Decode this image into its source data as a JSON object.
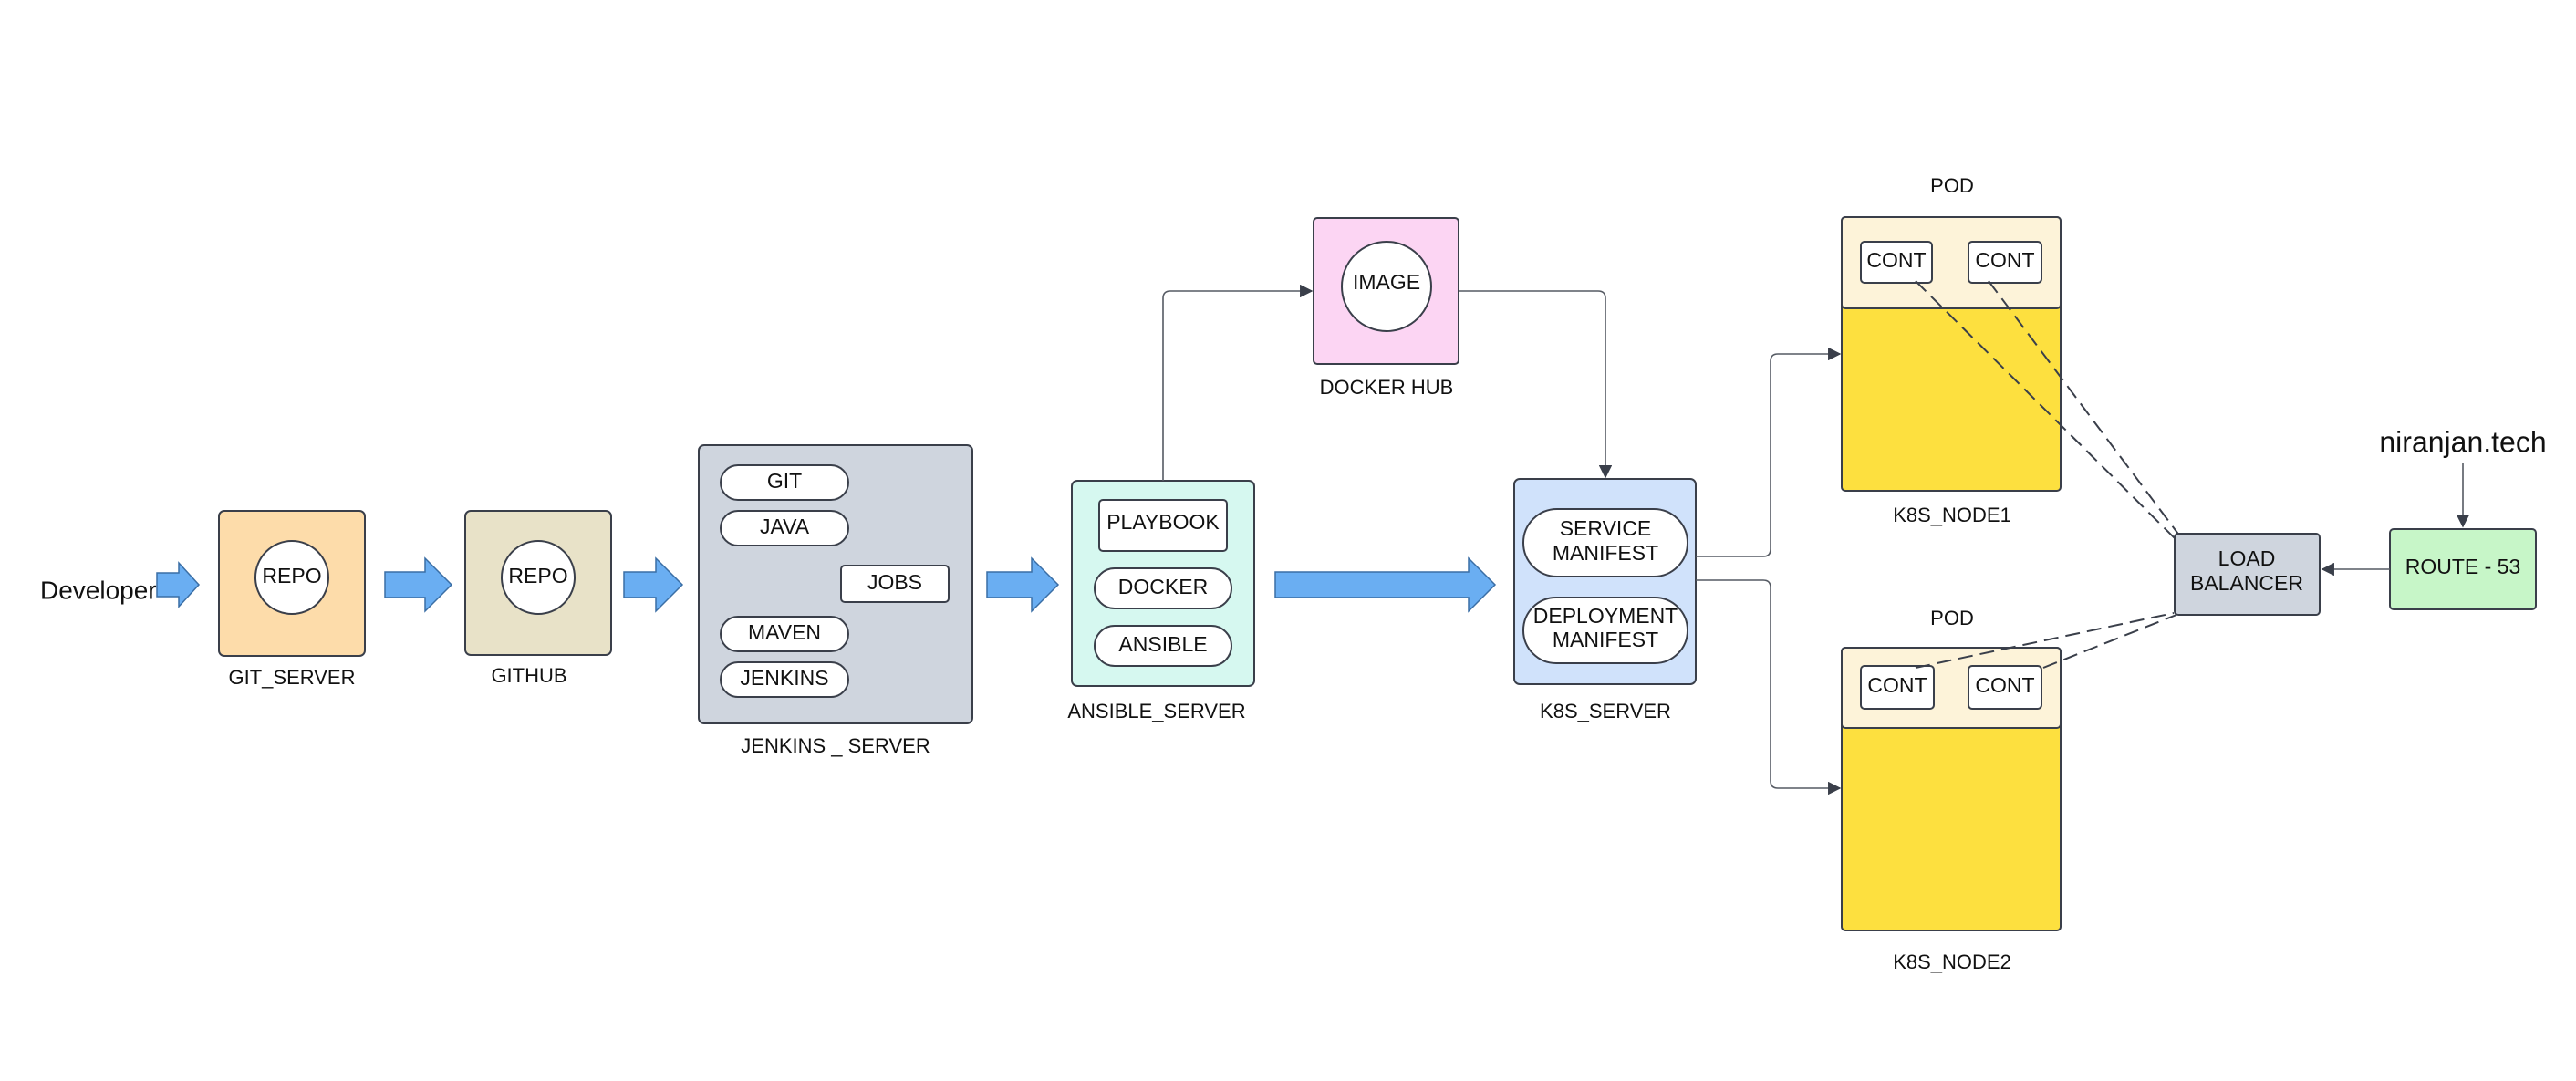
{
  "developer_label": "Developer",
  "git_server": {
    "inner": "REPO",
    "label": "GIT_SERVER",
    "color": "#fddcaa"
  },
  "github": {
    "inner": "REPO",
    "label": "GITHUB",
    "color": "#e8e2c8"
  },
  "jenkins": {
    "label": "JENKINS _ SERVER",
    "color": "#cfd5de",
    "items": [
      "GIT",
      "JAVA",
      "JOBS",
      "MAVEN",
      "JENKINS"
    ]
  },
  "ansible": {
    "label": "ANSIBLE_SERVER",
    "color": "#d6f8f0",
    "items": [
      "PLAYBOOK",
      "DOCKER",
      "ANSIBLE"
    ]
  },
  "docker_hub": {
    "inner": "IMAGE",
    "label": "DOCKER HUB",
    "color": "#fcd5f3"
  },
  "k8s_server": {
    "label": "K8S_SERVER",
    "color": "#d0e2fb",
    "service_line1": "SERVICE",
    "service_line2": "MANIFEST",
    "deployment_line1": "DEPLOYMENT",
    "deployment_line2": "MANIFEST"
  },
  "node1": {
    "pod_label": "POD",
    "cont_a": "CONT",
    "cont_b": "CONT",
    "label": "K8S_NODE1"
  },
  "node2": {
    "pod_label": "POD",
    "cont_a": "CONT",
    "cont_b": "CONT",
    "label": "K8S_NODE2"
  },
  "node_colors": {
    "pod": "#fdf3d9",
    "node": "#fde03f"
  },
  "load_balancer": {
    "line1": "LOAD",
    "line2": "BALANCER",
    "color": "#cfd5de"
  },
  "route53": {
    "label": "ROUTE - 53",
    "color": "#c7f6c8"
  },
  "domain": "niranjan.tech",
  "arrow_color": "#6aaef2"
}
